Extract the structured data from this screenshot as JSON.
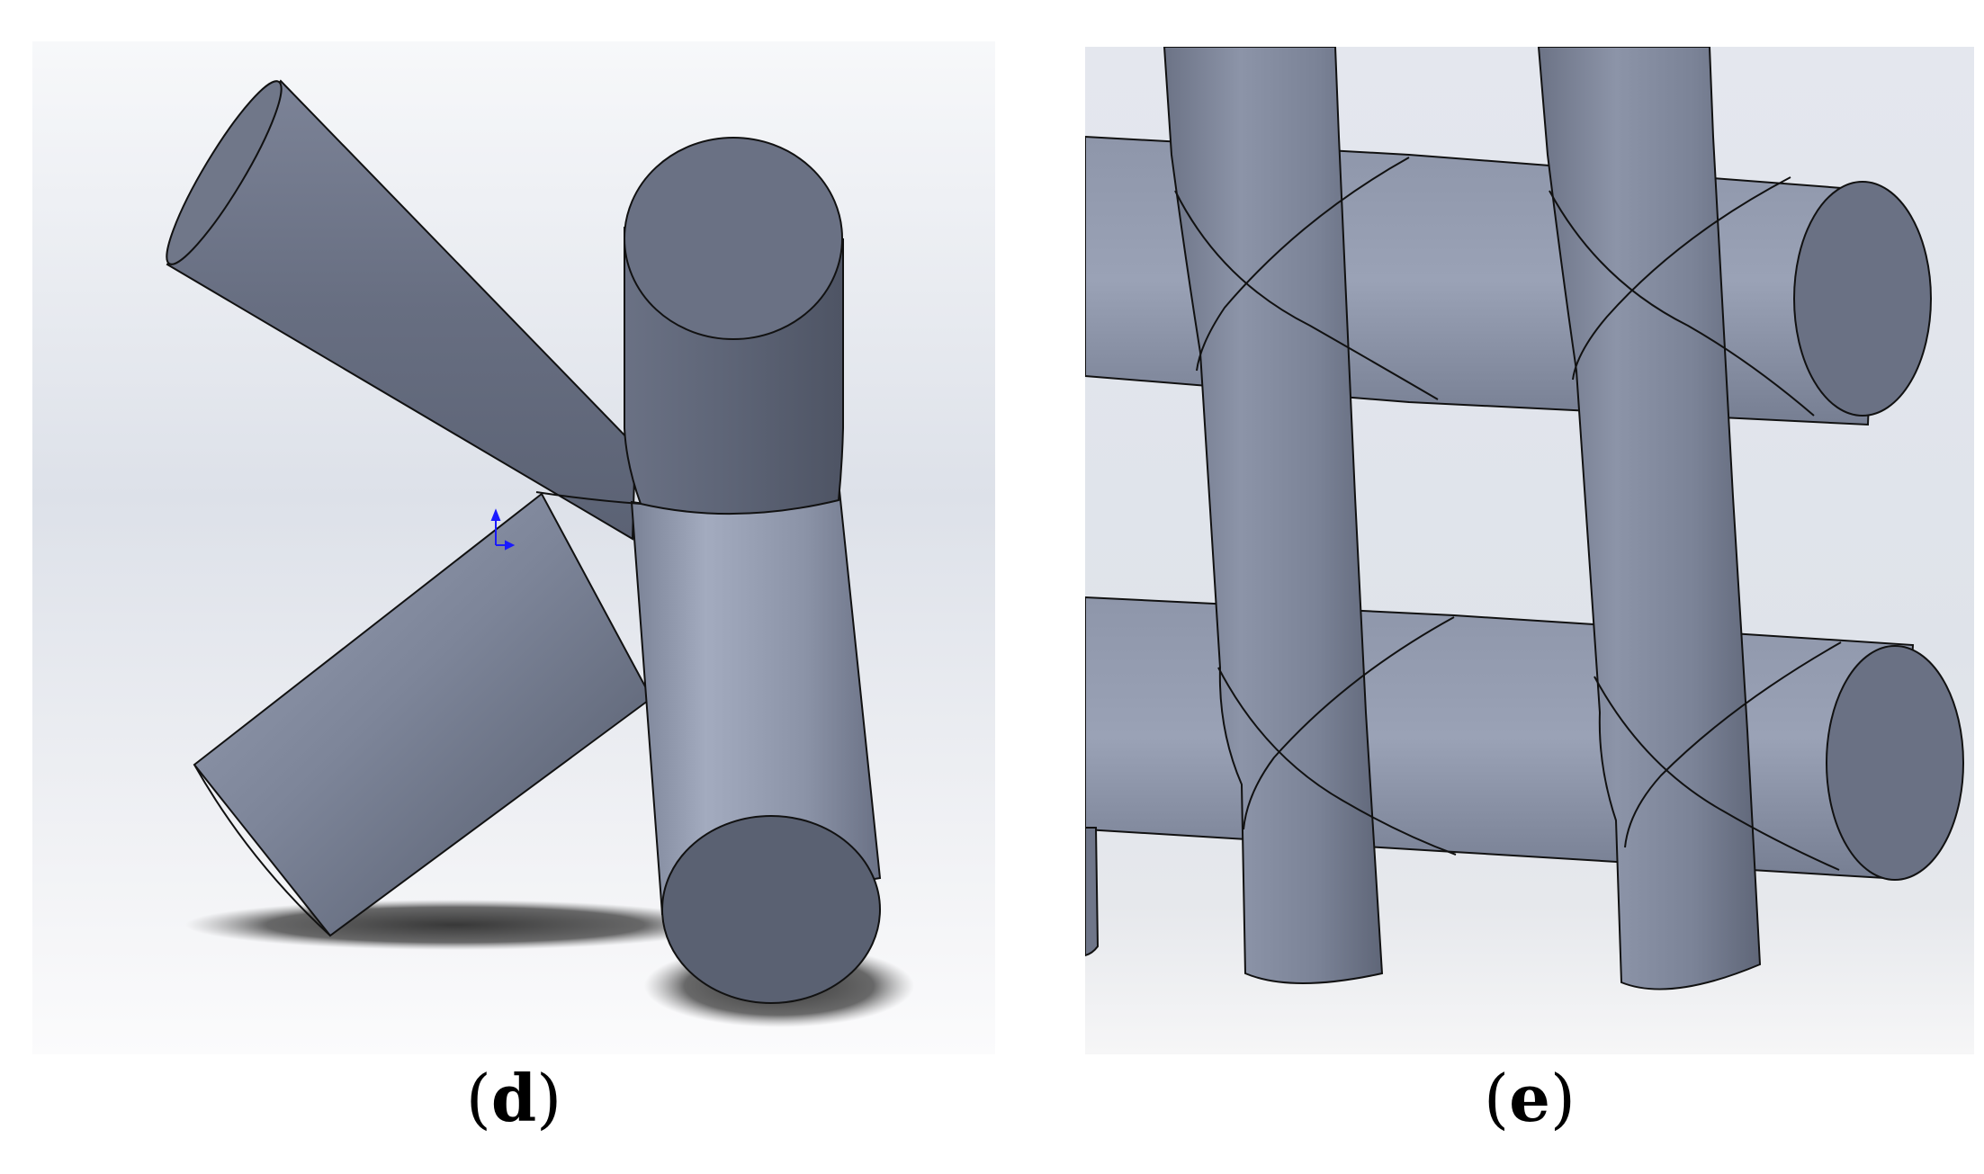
{
  "panels": [
    {
      "id": "d",
      "caption_letter": "d",
      "content": "cad-render-three-way-strut-node"
    },
    {
      "id": "e",
      "caption_letter": "e",
      "content": "cad-render-lattice-grid-junctions"
    }
  ],
  "caption_open": "(",
  "caption_close": ")",
  "colors": {
    "background_light": "#f7f8fa",
    "background_mid": "#dfe3ea",
    "strut_light": "#9ea6ba",
    "strut_mid": "#7b8397",
    "strut_dark": "#585f70",
    "cap_face": "#676e80",
    "shadow": "#3a3a3a",
    "edge": "#111111",
    "triad_blue": "#1a1aff"
  }
}
